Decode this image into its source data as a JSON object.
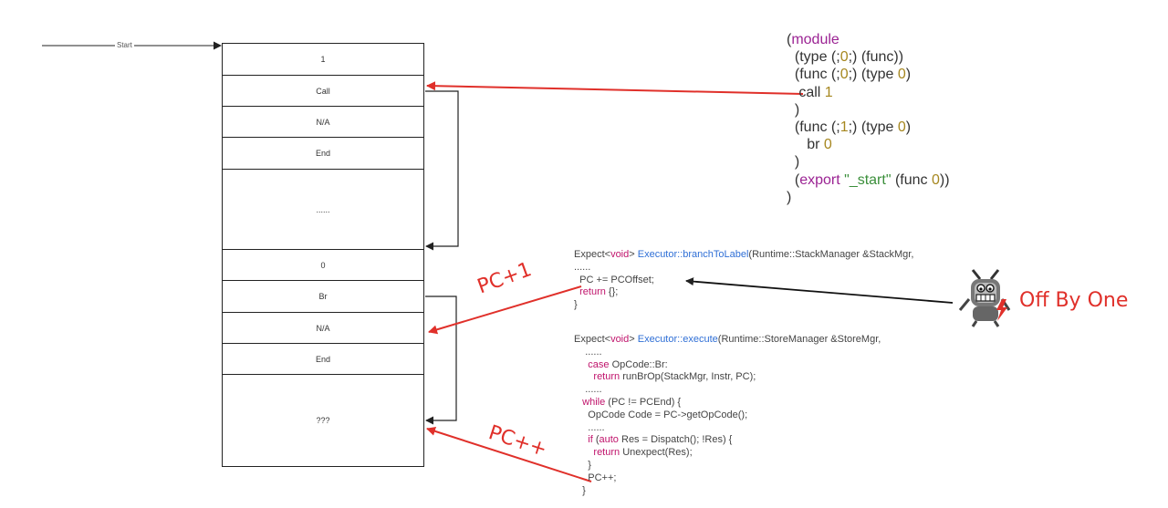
{
  "start_label": "Start",
  "cells": [
    "1",
    "Call",
    "N/A",
    "End",
    "......",
    "0",
    "Br",
    "N/A",
    "End",
    "???"
  ],
  "wat_lines": [
    [
      {
        "t": "(",
        "c": "p"
      },
      {
        "t": "module",
        "c": "kw"
      }
    ],
    [
      {
        "t": "  (type (;",
        "c": "p"
      },
      {
        "t": "0",
        "c": "num"
      },
      {
        "t": ";) (func))",
        "c": "p"
      }
    ],
    [
      {
        "t": "  (func (;",
        "c": "p"
      },
      {
        "t": "0",
        "c": "num"
      },
      {
        "t": ";) (type ",
        "c": "p"
      },
      {
        "t": "0",
        "c": "num"
      },
      {
        "t": ")",
        "c": "p"
      }
    ],
    [
      {
        "t": "   call ",
        "c": "p"
      },
      {
        "t": "1",
        "c": "num"
      }
    ],
    [
      {
        "t": "  )",
        "c": "p"
      }
    ],
    [
      {
        "t": "  (func (;",
        "c": "p"
      },
      {
        "t": "1",
        "c": "num"
      },
      {
        "t": ";) (type ",
        "c": "p"
      },
      {
        "t": "0",
        "c": "num"
      },
      {
        "t": ")",
        "c": "p"
      }
    ],
    [
      {
        "t": "     br ",
        "c": "p"
      },
      {
        "t": "0",
        "c": "num"
      }
    ],
    [
      {
        "t": "  )",
        "c": "p"
      }
    ],
    [
      {
        "t": "  (",
        "c": "p"
      },
      {
        "t": "export",
        "c": "kw"
      },
      {
        "t": " \"_start\"",
        "c": "str"
      },
      {
        "t": " (func ",
        "c": "p"
      },
      {
        "t": "0",
        "c": "num"
      },
      {
        "t": "))",
        "c": "p"
      }
    ],
    [
      {
        "t": ")",
        "c": "p"
      }
    ]
  ],
  "code_branch": [
    [
      {
        "t": "Expect<",
        "c": "p"
      },
      {
        "t": "void",
        "c": "kw"
      },
      {
        "t": "> ",
        "c": "p"
      },
      {
        "t": "Executor::branchToLabel",
        "c": "fn"
      },
      {
        "t": "(Runtime::StackManager &StackMgr,",
        "c": "p"
      }
    ],
    [
      {
        "t": "......",
        "c": "p"
      }
    ],
    [
      {
        "t": "  PC += PCOffset;",
        "c": "p"
      }
    ],
    [
      {
        "t": "  ",
        "c": "p"
      },
      {
        "t": "return",
        "c": "kw"
      },
      {
        "t": " {};",
        "c": "p"
      }
    ],
    [
      {
        "t": "}",
        "c": "p"
      }
    ]
  ],
  "code_execute": [
    [
      {
        "t": "Expect<",
        "c": "p"
      },
      {
        "t": "void",
        "c": "kw"
      },
      {
        "t": "> ",
        "c": "p"
      },
      {
        "t": "Executor::execute",
        "c": "fn"
      },
      {
        "t": "(Runtime::StoreManager &StoreMgr,",
        "c": "p"
      }
    ],
    [
      {
        "t": "    ......",
        "c": "p"
      }
    ],
    [
      {
        "t": "     ",
        "c": "p"
      },
      {
        "t": "case",
        "c": "kw"
      },
      {
        "t": " OpCode::Br:",
        "c": "p"
      }
    ],
    [
      {
        "t": "       ",
        "c": "p"
      },
      {
        "t": "return",
        "c": "kw"
      },
      {
        "t": " runBrOp(StackMgr, Instr, PC);",
        "c": "p"
      }
    ],
    [
      {
        "t": "    ......",
        "c": "p"
      }
    ],
    [
      {
        "t": "   ",
        "c": "p"
      },
      {
        "t": "while",
        "c": "kw"
      },
      {
        "t": " (PC != PCEnd) {",
        "c": "p"
      }
    ],
    [
      {
        "t": "     OpCode Code = PC->getOpCode();",
        "c": "p"
      }
    ],
    [
      {
        "t": "     ......",
        "c": "p"
      }
    ],
    [
      {
        "t": "     ",
        "c": "p"
      },
      {
        "t": "if",
        "c": "kw"
      },
      {
        "t": " (",
        "c": "p"
      },
      {
        "t": "auto",
        "c": "kw"
      },
      {
        "t": " Res = Dispatch(); !Res) {",
        "c": "p"
      }
    ],
    [
      {
        "t": "       ",
        "c": "p"
      },
      {
        "t": "return",
        "c": "kw"
      },
      {
        "t": " Unexpect(Res);",
        "c": "p"
      }
    ],
    [
      {
        "t": "     }",
        "c": "p"
      }
    ],
    [
      {
        "t": "     PC++;",
        "c": "p"
      }
    ],
    [
      {
        "t": "   }",
        "c": "p"
      }
    ]
  ],
  "annot_pc1": "PC+1",
  "annot_pcpp": "PC++",
  "off_by_one": "Off By One",
  "colors": {
    "arrow_red": "#e0302a",
    "keyword_purple": "#9b2393",
    "number_gold": "#a6871f",
    "string_green": "#3b8f3b",
    "code_keyword": "#c0136b",
    "code_function": "#2f6fd6"
  },
  "icons": [
    "bug-icon",
    "lightning-icon"
  ]
}
